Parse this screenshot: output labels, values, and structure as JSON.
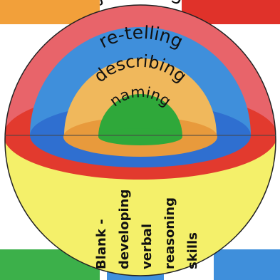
{
  "diagram": {
    "levels": [
      {
        "label": "justifying",
        "color": "#e8646a"
      },
      {
        "label": "re-telling",
        "color": "#3f8fdb"
      },
      {
        "label": "describing",
        "color": "#f0b85c"
      },
      {
        "label": "naming",
        "color": "#2fa83a"
      }
    ],
    "base": {
      "lines": [
        "Blank -",
        "developing",
        "verbal",
        "reasoning",
        "skills"
      ],
      "color": "#f4f06a"
    },
    "border_colors": {
      "band_top_left": "#f2a03a",
      "band_top_right": "#e0322a",
      "band_bottom_left": "#3cb04a",
      "band_bottom_mid": "#3f8fdb",
      "band_bottom_right": "#3f8fdb",
      "rim_red": "#e23a2e",
      "rim_orange": "#e89a3c",
      "rim_blue": "#2f6fd0"
    }
  }
}
